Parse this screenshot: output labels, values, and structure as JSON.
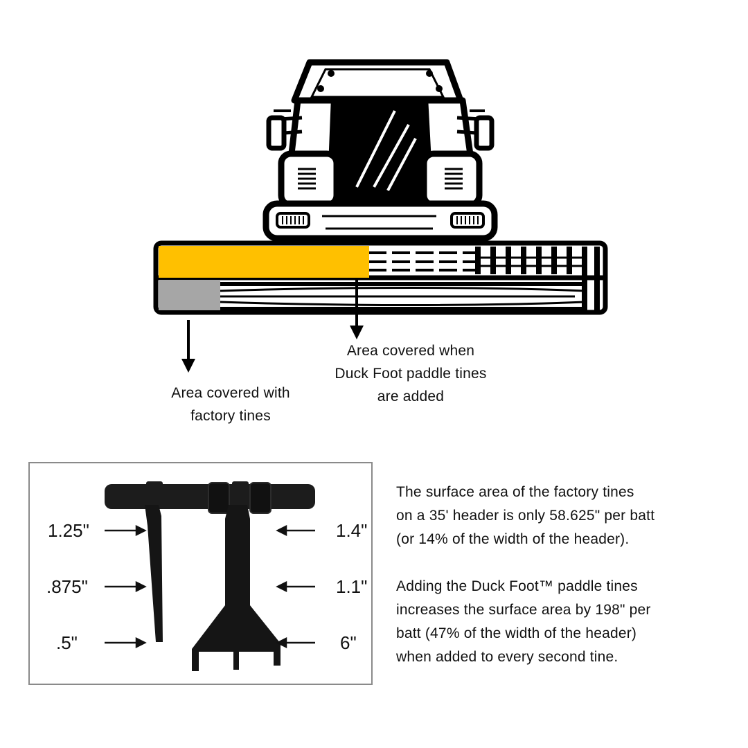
{
  "colors": {
    "factory_area": "#a6a6a6",
    "duck_foot_area": "#ffc000",
    "ink": "#111111"
  },
  "icons": [
    "combine-harvester-icon",
    "header-icon",
    "factory-tine-icon",
    "paddle-tine-icon",
    "arrow-icon"
  ],
  "captions": {
    "factory": [
      "Area covered with",
      "factory tines"
    ],
    "duck_foot": [
      "Area covered when",
      "Duck Foot paddle tines",
      "are added"
    ]
  },
  "measurements": {
    "factory_tine": [
      "1.25\"",
      ".875\"",
      ".5\""
    ],
    "paddle_tine": [
      "1.4\"",
      "1.1\"",
      "6\""
    ]
  },
  "description": {
    "paragraph_1": [
      "The surface area of the factory tines",
      "on a 35' header is only 58.625\" per batt",
      "(or 14% of the width of the header)."
    ],
    "paragraph_2": [
      "Adding the Duck Foot™ paddle tines",
      "increases the surface area by 198\" per",
      "batt (47% of the width of the header)",
      "when added to every second tine."
    ]
  }
}
